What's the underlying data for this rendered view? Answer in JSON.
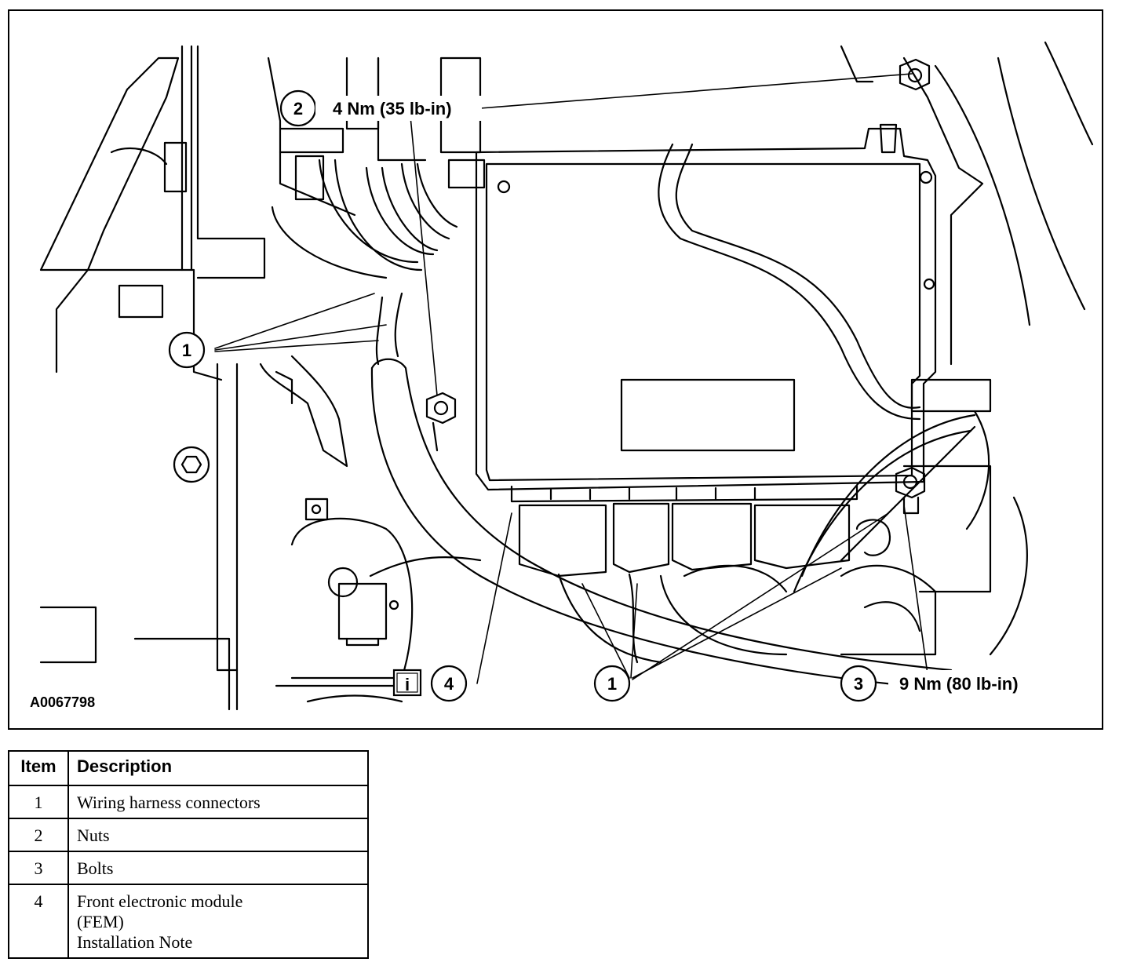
{
  "figure": {
    "id_label": "A0067798",
    "callouts": {
      "item1": "1",
      "item2": "2",
      "item3": "3",
      "item4": "4"
    },
    "torque_nut": "4 Nm (35 lb-in)",
    "torque_bolt": "9 Nm (80 lb-in)",
    "info_icon_glyph": "i"
  },
  "legend": {
    "headers": {
      "item": "Item",
      "description": "Description"
    },
    "rows": [
      {
        "item": "1",
        "lines": [
          "Wiring harness connectors"
        ]
      },
      {
        "item": "2",
        "lines": [
          "Nuts"
        ]
      },
      {
        "item": "3",
        "lines": [
          "Bolts"
        ]
      },
      {
        "item": "4",
        "lines": [
          "Front electronic module",
          "(FEM)",
          "Installation Note"
        ]
      }
    ]
  }
}
